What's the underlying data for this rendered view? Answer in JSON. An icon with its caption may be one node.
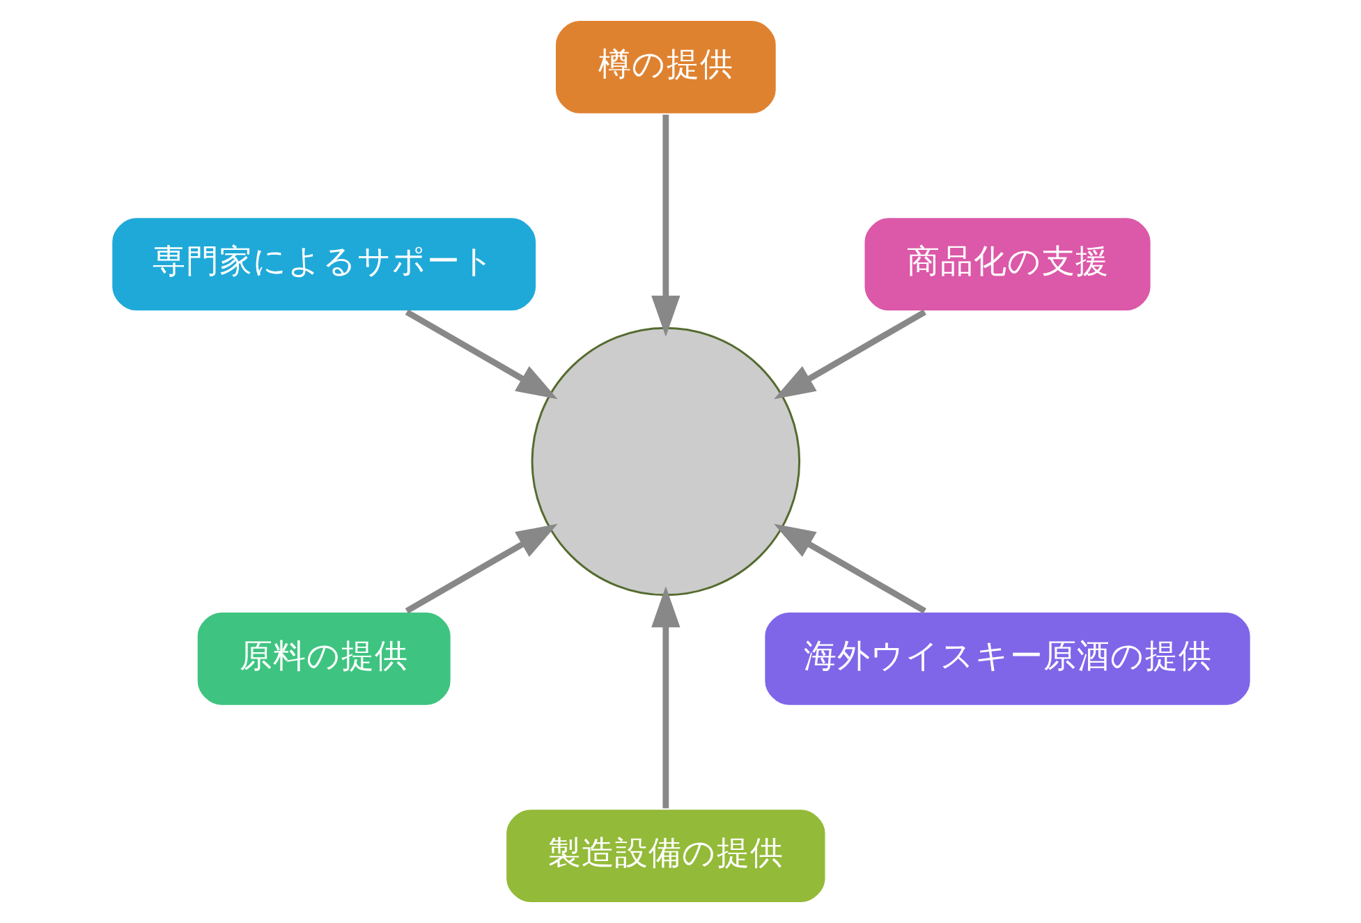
{
  "diagram": {
    "nodes": [
      {
        "text": [
          "商品化の支援"
        ]
      },
      {
        "text": [
          "樽の提供"
        ]
      },
      {
        "text": [
          "専門家によるサポート"
        ]
      },
      {
        "text": [
          "原料の提供"
        ]
      },
      {
        "text": [],
        "shape": "circle"
      },
      {
        "text": [
          "製造設備の提供"
        ]
      },
      {
        "text": [
          "海外ウイスキー原酒の提供"
        ]
      }
    ],
    "edges": [
      {
        "from": 0,
        "to": 4,
        "arrow": "to"
      },
      {
        "from": 1,
        "to": 4,
        "arrow": "to"
      },
      {
        "from": 3,
        "to": 4,
        "arrow": "to"
      },
      {
        "from": 6,
        "to": 4,
        "arrow": "to"
      },
      {
        "from": 5,
        "to": 4,
        "arrow": "to"
      },
      {
        "from": 2,
        "to": 4,
        "arrow": "to"
      }
    ]
  }
}
